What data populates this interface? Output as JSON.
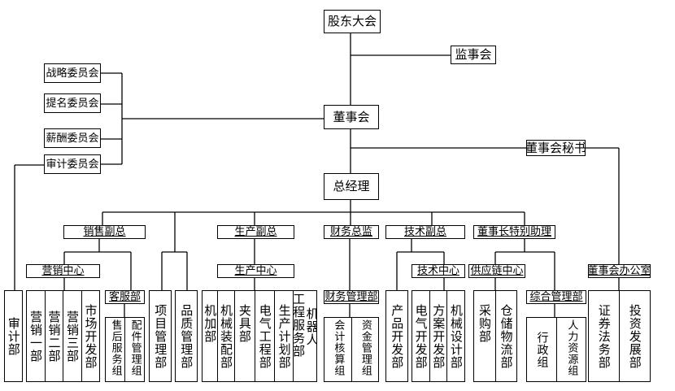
{
  "chart": {
    "top": {
      "shareholders": "股东大会",
      "supervisors": "监事会",
      "board": "董事会",
      "board_secretary": "董事会秘书",
      "gm": "总经理",
      "board_office": "董事会办公室"
    },
    "committees": [
      "战略委员会",
      "提名委员会",
      "薪酬委员会",
      "审计委员会"
    ],
    "audit_dept": "审计部",
    "vp": {
      "sales": "销售副总",
      "production": "生产副总",
      "finance": "财务总监",
      "tech": "技术副总",
      "chair_assistant": "董事长特别助理"
    },
    "centers": {
      "marketing": "营销中心",
      "customer_service": "客服部",
      "production": "生产中心",
      "finance_mgmt": "财务管理部",
      "tech": "技术中心",
      "supply_chain": "供应链中心",
      "general_mgmt": "综合管理部"
    },
    "marketing_depts": [
      "营销一部",
      "营销二部",
      "营销三部",
      "市场开发部"
    ],
    "customer_service_groups": [
      "售后服务组",
      "配件管理组"
    ],
    "project_dept": "项目管理部",
    "quality_dept": "品质管理部",
    "production_depts": [
      "机加部",
      "机械装配部",
      "夹具部",
      "电气工程部",
      "生产计划部"
    ],
    "robot_dept": {
      "left": "机器人",
      "right": "工程服务部"
    },
    "finance_groups": [
      "会计核算组",
      "资金管理组"
    ],
    "product_dev": "产品开发部",
    "tech_depts": [
      "电气开发部",
      "方案开发部",
      "机械设计部"
    ],
    "supply_depts": [
      "采购部",
      "仓储物流部"
    ],
    "general_groups": [
      "行政组",
      "人力资源组"
    ],
    "office_depts": [
      "证券法务部",
      "投资发展部"
    ]
  }
}
